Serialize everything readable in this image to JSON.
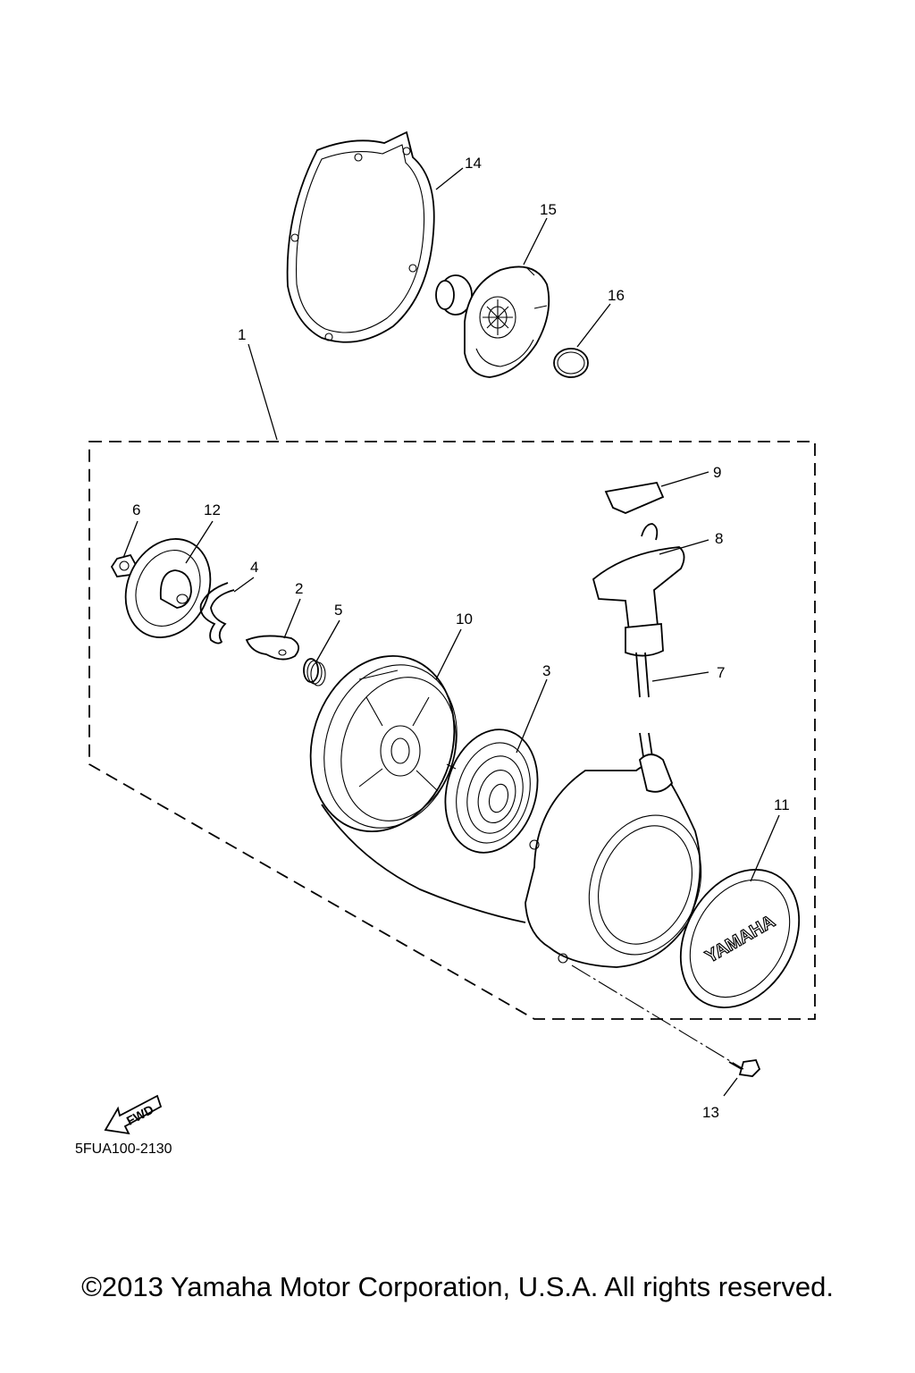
{
  "callouts": {
    "c1": "1",
    "c2": "2",
    "c3": "3",
    "c4": "4",
    "c5": "5",
    "c6": "6",
    "c7": "7",
    "c8": "8",
    "c9": "9",
    "c10": "10",
    "c11": "11",
    "c12": "12",
    "c13": "13",
    "c14": "14",
    "c15": "15",
    "c16": "16"
  },
  "fwd_label": "FWD",
  "cover_badge_text": "YAMAHA",
  "diagram_code": "5FUA100-2130",
  "copyright": "©2013 Yamaha Motor Corporation, U.S.A. All rights reserved."
}
